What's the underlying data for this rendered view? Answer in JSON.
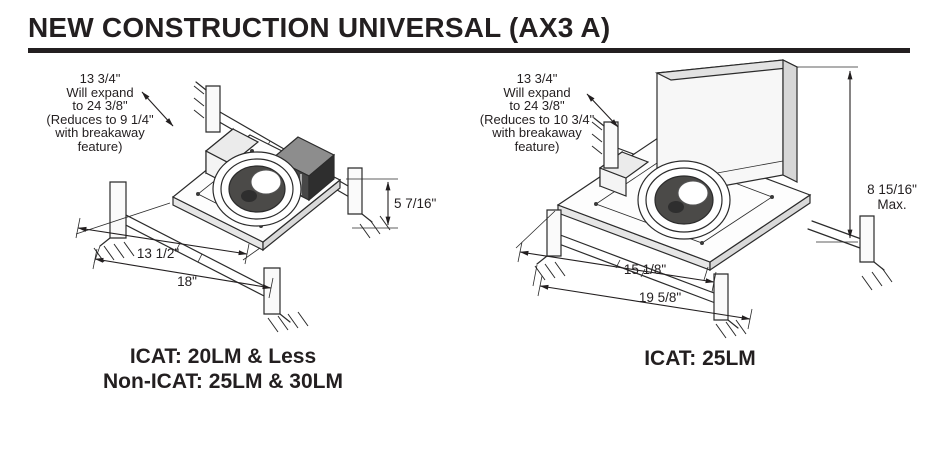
{
  "title": "NEW CONSTRUCTION UNIVERSAL (AX3 A)",
  "left": {
    "note": [
      "13 3/4\"",
      "Will expand",
      "to 24 3/8\"",
      "(Reduces to 9 1/4\"",
      "with breakaway",
      "feature)"
    ],
    "height": "5 7/16\"",
    "width_inner": "13 1/2\"",
    "width_outer": "18\"",
    "caption": [
      "ICAT: 20LM & Less",
      "Non-ICAT: 25LM & 30LM"
    ]
  },
  "right": {
    "note": [
      "13 3/4\"",
      "Will expand",
      "to 24 3/8\"",
      "(Reduces to 10 3/4\"",
      "with breakaway",
      "feature)"
    ],
    "height": "8 15/16\"",
    "height_qualifier": "Max.",
    "width_inner": "15 1/8\"",
    "width_outer": "19 5/8\"",
    "caption": [
      "ICAT: 25LM"
    ]
  }
}
